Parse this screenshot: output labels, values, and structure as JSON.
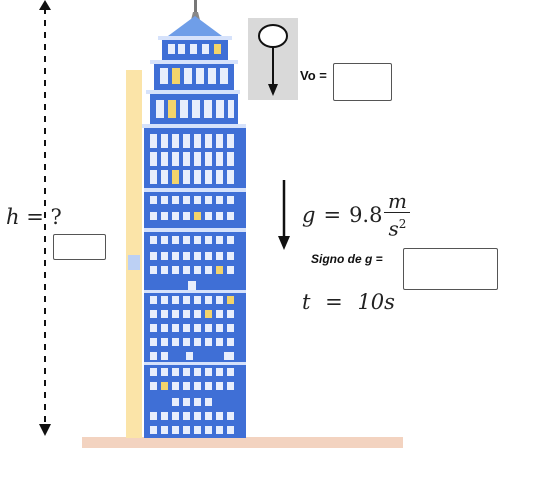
{
  "height_label": {
    "symbol": "h",
    "equals": "=",
    "value": "?"
  },
  "initial_velocity": {
    "label": "Vo =",
    "answer": ""
  },
  "gravity": {
    "symbol": "g",
    "equals": "=",
    "value": "9.8",
    "unit_num": "m",
    "unit_den": "s",
    "unit_exp": "2"
  },
  "gravity_sign": {
    "label": "Signo de g =",
    "answer": ""
  },
  "time": {
    "symbol": "t",
    "equals": "=",
    "value": "10s"
  },
  "height_answer": "",
  "colors": {
    "building_blue": "#3f6fd6",
    "window_light": "#e8eefc",
    "window_lit": "#f3d46b",
    "ground": "#f3d3c0",
    "side_wall": "#fbe4a8"
  }
}
